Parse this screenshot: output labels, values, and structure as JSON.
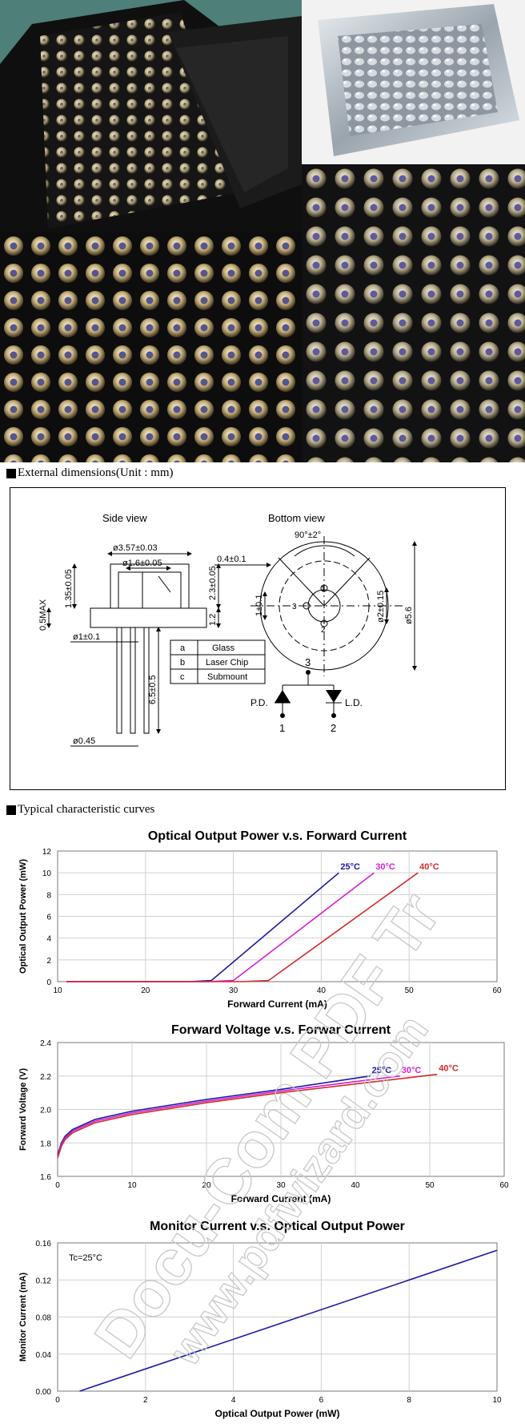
{
  "sections": {
    "dimensions": "External dimensions(Unit : mm)",
    "curves": "Typical characteristic curves"
  },
  "drawing": {
    "side_view": "Side view",
    "bottom_view": "Bottom view",
    "dims": {
      "d357": "ø3.57±0.03",
      "d16": "ø1.6±0.05",
      "h135": "1.35±0.05",
      "h23": "2.3±0.05",
      "h12": "1.2",
      "h05max": "0.5MAX",
      "d1": "ø1±0.1",
      "l65": "6.5±0.5",
      "d045": "ø0.45",
      "ang": "90°±2°",
      "w04": "0.4±0.1",
      "h1": "1±0.1",
      "d2": "ø2±0.15",
      "d56": "ø5.6"
    },
    "parts": [
      {
        "key": "a",
        "name": "Glass"
      },
      {
        "key": "b",
        "name": "Laser Chip"
      },
      {
        "key": "c",
        "name": "Submount"
      }
    ],
    "pins": {
      "p1": "1",
      "p2": "2",
      "p3": "3",
      "pd": "P.D.",
      "ld": "L.D."
    }
  },
  "watermark": {
    "line1": "Docu-Com PDF Tr",
    "line2": "www.pdfwizard.com"
  },
  "chart_data": [
    {
      "type": "line",
      "title": "Optical Output Power v.s. Forward Current",
      "xlabel": "Forward Current (mA)",
      "ylabel": "Optical Output Power (mW)",
      "xlim": [
        10,
        60
      ],
      "ylim": [
        0,
        12
      ],
      "xticks": [
        10,
        20,
        30,
        40,
        50,
        60
      ],
      "yticks": [
        0,
        2,
        4,
        6,
        8,
        10,
        12
      ],
      "grid": true,
      "series": [
        {
          "name": "25°C",
          "color": "#1a1aa6",
          "x": [
            11,
            25,
            27.5,
            42
          ],
          "y": [
            0,
            0,
            0.1,
            10
          ]
        },
        {
          "name": "30°C",
          "color": "#d21fd2",
          "x": [
            11,
            27,
            30,
            46
          ],
          "y": [
            0,
            0,
            0.1,
            10
          ]
        },
        {
          "name": "40°C",
          "color": "#d42a2a",
          "x": [
            11,
            31,
            34,
            51
          ],
          "y": [
            0,
            0,
            0.1,
            10
          ]
        }
      ]
    },
    {
      "type": "line",
      "title": "Forward Voltage v.s. Forwar Current",
      "xlabel": "Forward Current (mA)",
      "ylabel": "Forward Voltage (V)",
      "xlim": [
        0,
        60
      ],
      "ylim": [
        1.6,
        2.4
      ],
      "xticks": [
        0,
        10,
        20,
        30,
        40,
        50,
        60
      ],
      "yticks": [
        1.6,
        1.8,
        2.0,
        2.2,
        2.4
      ],
      "grid": true,
      "series": [
        {
          "name": "25°C",
          "color": "#1a1aa6",
          "x": [
            0,
            0.5,
            1,
            2,
            5,
            10,
            20,
            30,
            42
          ],
          "y": [
            1.73,
            1.8,
            1.84,
            1.88,
            1.94,
            1.99,
            2.06,
            2.12,
            2.2
          ]
        },
        {
          "name": "30°C",
          "color": "#d21fd2",
          "x": [
            0,
            0.5,
            1,
            2,
            5,
            10,
            20,
            30,
            46
          ],
          "y": [
            1.72,
            1.79,
            1.83,
            1.87,
            1.93,
            1.98,
            2.05,
            2.11,
            2.2
          ]
        },
        {
          "name": "40°C",
          "color": "#d42a2a",
          "x": [
            0,
            0.5,
            1,
            2,
            5,
            10,
            20,
            30,
            51
          ],
          "y": [
            1.71,
            1.78,
            1.82,
            1.86,
            1.92,
            1.97,
            2.04,
            2.1,
            2.21
          ]
        }
      ]
    },
    {
      "type": "line",
      "title": "Monitor Current v.s. Optical Output Power",
      "xlabel": "Optical Output Power (mW)",
      "ylabel": "Monitor Current (mA)",
      "xlim": [
        0,
        10
      ],
      "ylim": [
        0,
        0.16
      ],
      "xticks": [
        0,
        2,
        4,
        6,
        8,
        10
      ],
      "yticks": [
        0,
        0.04,
        0.08,
        0.12,
        0.16
      ],
      "ytick_labels": [
        "0.00",
        "0.04",
        "0.08",
        "0.12",
        "0.16"
      ],
      "grid": true,
      "annotation": "Tc=25°C",
      "series": [
        {
          "color": "#1a1aa6",
          "x": [
            0.5,
            10
          ],
          "y": [
            0,
            0.152
          ]
        }
      ]
    }
  ]
}
